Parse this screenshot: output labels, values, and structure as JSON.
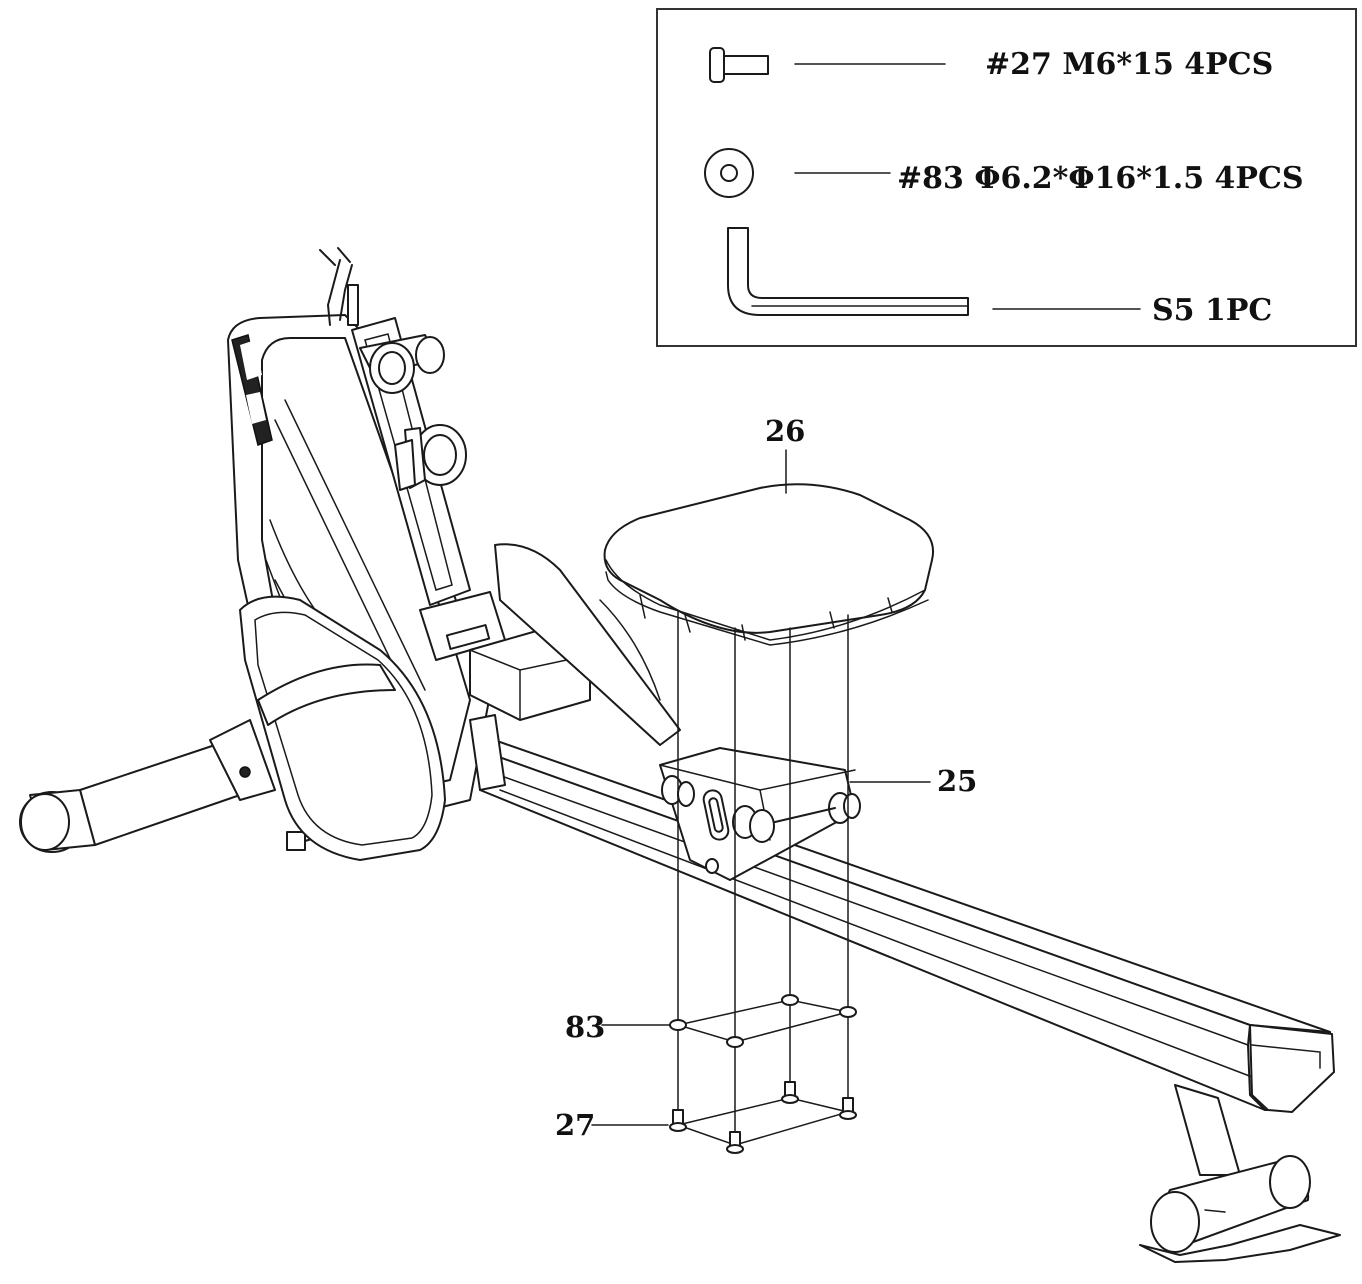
{
  "hardware_box": {
    "items": [
      {
        "icon": "bolt-icon",
        "label": "#27 M6*15 4PCS"
      },
      {
        "icon": "washer-icon",
        "label": "#83 Φ6.2*Φ16*1.5 4PCS"
      },
      {
        "icon": "allen-key-icon",
        "label": "S5 1PC"
      }
    ]
  },
  "callouts": {
    "seat": "26",
    "seat_carriage": "25",
    "washer": "83",
    "bolt": "27"
  }
}
